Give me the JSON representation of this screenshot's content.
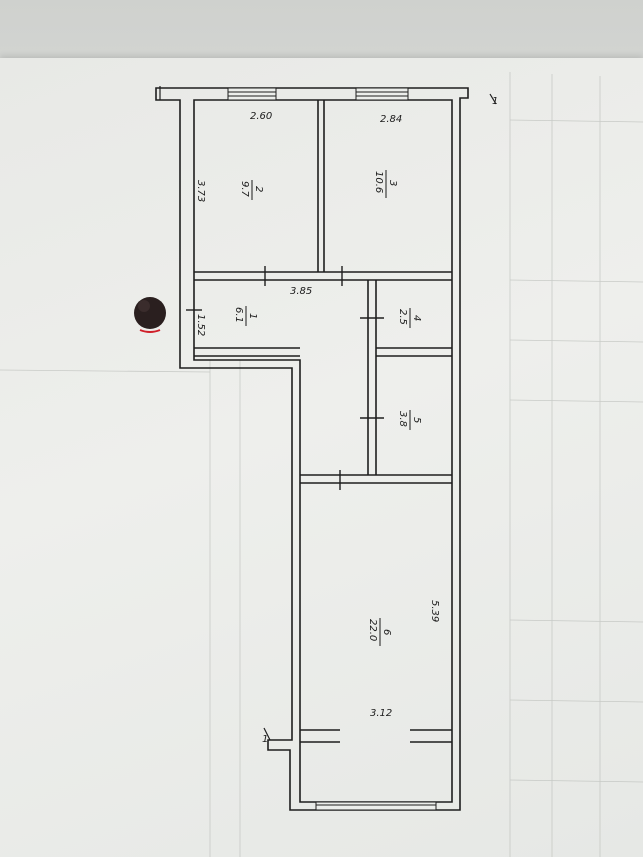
{
  "plan": {
    "dimensions": {
      "d_2_60": "2.60",
      "d_2_84": "2.84",
      "d_3_73": "3.73",
      "d_3_85": "3.85",
      "d_1_52": "1.52",
      "d_5_39": "5.39",
      "d_3_12": "3.12"
    },
    "rooms": [
      {
        "number": "2",
        "area": "9.7"
      },
      {
        "number": "3",
        "area": "10.6"
      },
      {
        "number": "1",
        "area": "6.1"
      },
      {
        "number": "4",
        "area": "2.5"
      },
      {
        "number": "5",
        "area": "3.8"
      },
      {
        "number": "6",
        "area": "22.0"
      }
    ],
    "section_mark": "1"
  },
  "colors": {
    "wall": "#1e1e1e",
    "paper": "#eceeeb",
    "ink": "#1b1b1b",
    "marker_dot": "#2a1f1f",
    "marker_accent": "#d0202a"
  }
}
